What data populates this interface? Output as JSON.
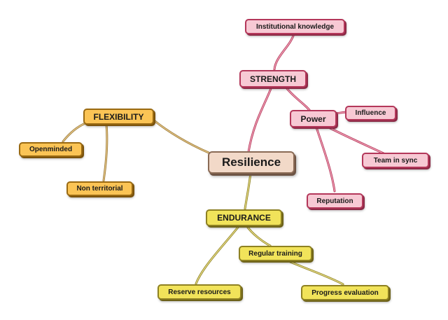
{
  "mindmap": {
    "central": "Resilience",
    "strength": {
      "label": "STRENGTH",
      "institutional": "Institutional knowledge",
      "power": "Power",
      "influence": "Influence",
      "team": "Team in sync",
      "reputation": "Reputation"
    },
    "flexibility": {
      "label": "FLEXIBILITY",
      "openminded": "Openminded",
      "nonterritorial": "Non territorial"
    },
    "endurance": {
      "label": "ENDURANCE",
      "regular": "Regular training",
      "reserve": "Reserve resources",
      "progress": "Progress evaluation"
    }
  },
  "colors": {
    "strength_fill": "#f7c9d4",
    "strength_border": "#b4375a",
    "flexibility_fill": "#fbc455",
    "flexibility_border": "#9a6a12",
    "endurance_fill": "#f1e35a",
    "endurance_border": "#8e8122",
    "central_fill": "#f2d9c8",
    "central_border": "#8a6a55"
  }
}
